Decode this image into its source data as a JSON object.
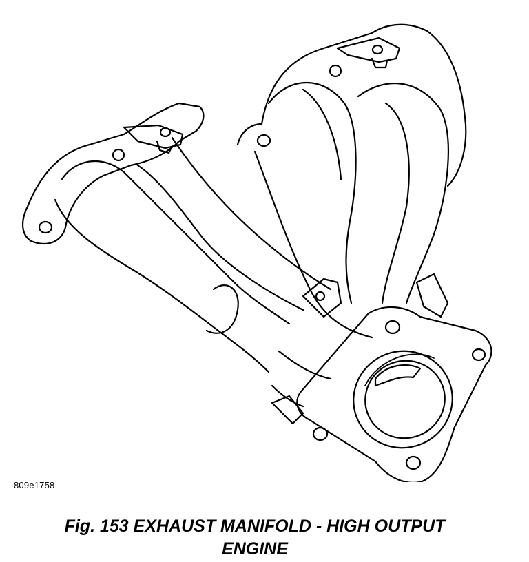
{
  "figure": {
    "ref_code": "809e1758",
    "caption_line1": "Fig. 153 EXHAUST MANIFOLD - HIGH OUTPUT",
    "caption_line2": "ENGINE"
  }
}
